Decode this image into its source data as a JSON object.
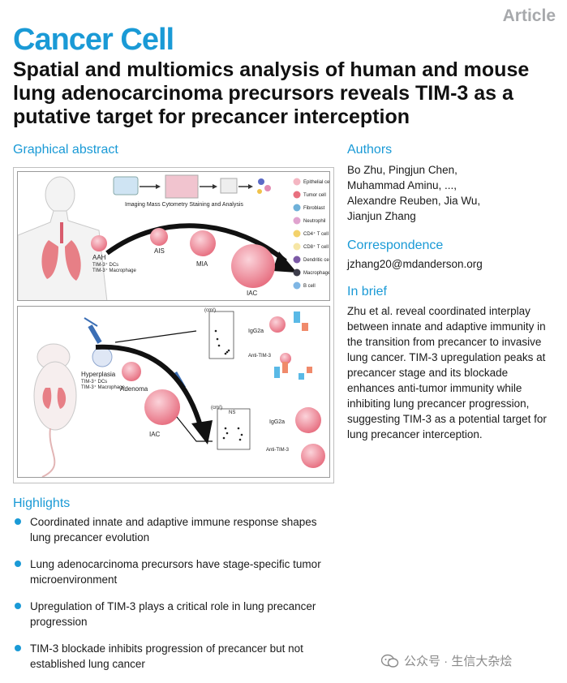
{
  "header": {
    "article_tag": "Article",
    "journal": "Cancer Cell",
    "title": "Spatial and multiomics analysis of human and mouse lung adenocarcinoma precursors reveals TIM-3 as a putative target for precancer interception"
  },
  "graphical_abstract": {
    "heading": "Graphical abstract",
    "top_panel": {
      "imc_label": "Imaging Mass Cytometry Staining and Analysis",
      "stages": [
        "AAH",
        "AIS",
        "MIA",
        "IAC"
      ],
      "aah_sub": [
        "TIM-3⁺ DCs",
        "TIM-3⁺ Macrophage"
      ],
      "legend": [
        "Epithelial cell",
        "Tumor cell",
        "Fibroblast",
        "Neutrophil",
        "CD4⁺ T cell",
        "CD8⁺ T cell",
        "Dendritic cell",
        "Macrophage",
        "B cell"
      ],
      "legend_colors": [
        "#f4b6c2",
        "#e8707f",
        "#6fb1d9",
        "#e0a3cf",
        "#f3d26b",
        "#f6e6a6",
        "#7c5aa6",
        "#3d3d4a",
        "#7fb6e4"
      ]
    },
    "bottom_panel": {
      "hyperplasia": "Hyperplasia",
      "hyper_sub": [
        "TIM-3⁺ DCs",
        "TIM-3⁺ Macrophage"
      ],
      "adenoma": "Adenoma",
      "iac": "IAC",
      "igg2a": "IgG2a",
      "anti_tim3": "Anti-TIM-3",
      "ns": "NS",
      "yunit": "(cm²)"
    }
  },
  "authors": {
    "heading": "Authors",
    "lines": [
      "Bo Zhu, Pingjun Chen,",
      "Muhammad Aminu, ...,",
      "Alexandre Reuben, Jia Wu,",
      "Jianjun Zhang"
    ]
  },
  "correspondence": {
    "heading": "Correspondence",
    "email": "jzhang20@mdanderson.org"
  },
  "in_brief": {
    "heading": "In brief",
    "lines": [
      "Zhu et al. reveal coordinated interplay",
      "between innate and adaptive immunity in",
      "the transition from precancer to invasive",
      "lung cancer. TIM-3 upregulation peaks at",
      "precancer stage and its blockade",
      "enhances anti-tumor immunity while",
      "inhibiting lung precancer progression,",
      "suggesting TIM-3 as a potential target for",
      "lung precancer interception."
    ]
  },
  "highlights": {
    "heading": "Highlights",
    "items": [
      [
        "Coordinated innate and adaptive immune response shapes",
        "lung precancer evolution"
      ],
      [
        "Lung adenocarcinoma precursors have stage-specific tumor",
        "microenvironment"
      ],
      [
        "Upregulation of TIM-3 plays a critical role in lung precancer",
        "progression"
      ],
      [
        "TIM-3 blockade inhibits progression of precancer but not",
        "established lung cancer"
      ]
    ]
  },
  "watermark": "公众号 · 生信大杂烩",
  "colors": {
    "brand": "#1a9ad6",
    "tag": "#a7a9ac",
    "tumor": "#e8707f",
    "arrow": "#111111"
  }
}
